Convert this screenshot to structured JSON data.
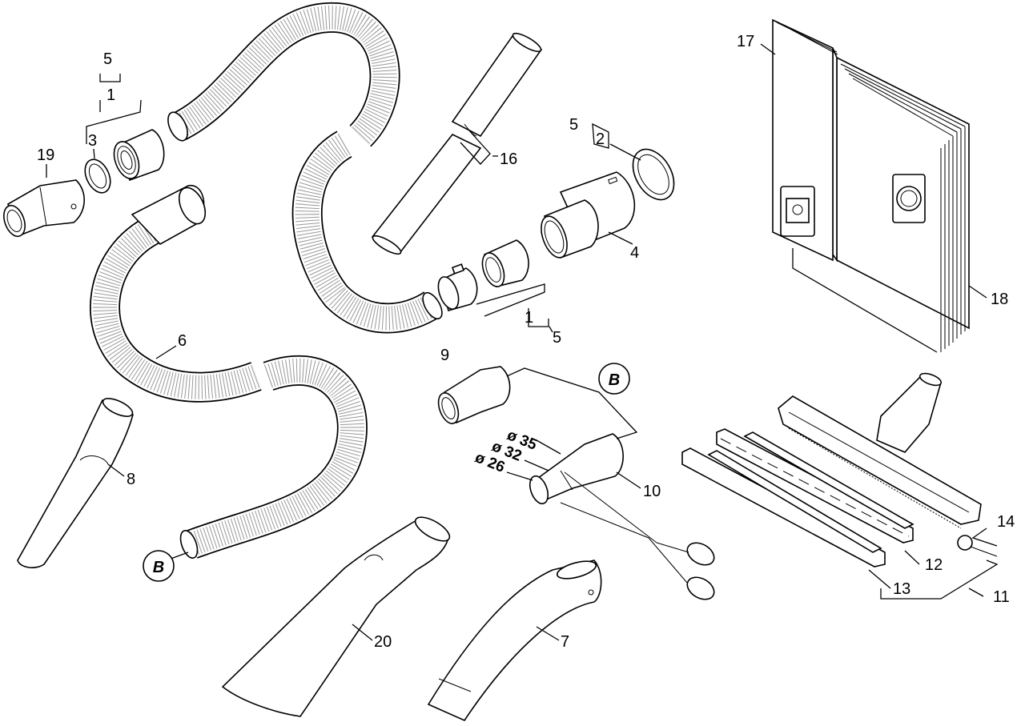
{
  "diagram": {
    "part_numbers": {
      "p1_top": "1",
      "p1_mid": "1",
      "p2": "2",
      "p3": "3",
      "p4": "4",
      "p5_top": "5",
      "p5_right": "5",
      "p5_mid": "5",
      "p6": "6",
      "p7": "7",
      "p8": "8",
      "p9": "9",
      "p10": "10",
      "p11": "11",
      "p12": "12",
      "p13": "13",
      "p14": "14",
      "p16": "16",
      "p17": "17",
      "p18": "18",
      "p19": "19",
      "p20": "20"
    },
    "connection_marker": "B",
    "diameters": {
      "d35": "ø 35",
      "d32": "ø 32",
      "d26": "ø 26"
    }
  }
}
